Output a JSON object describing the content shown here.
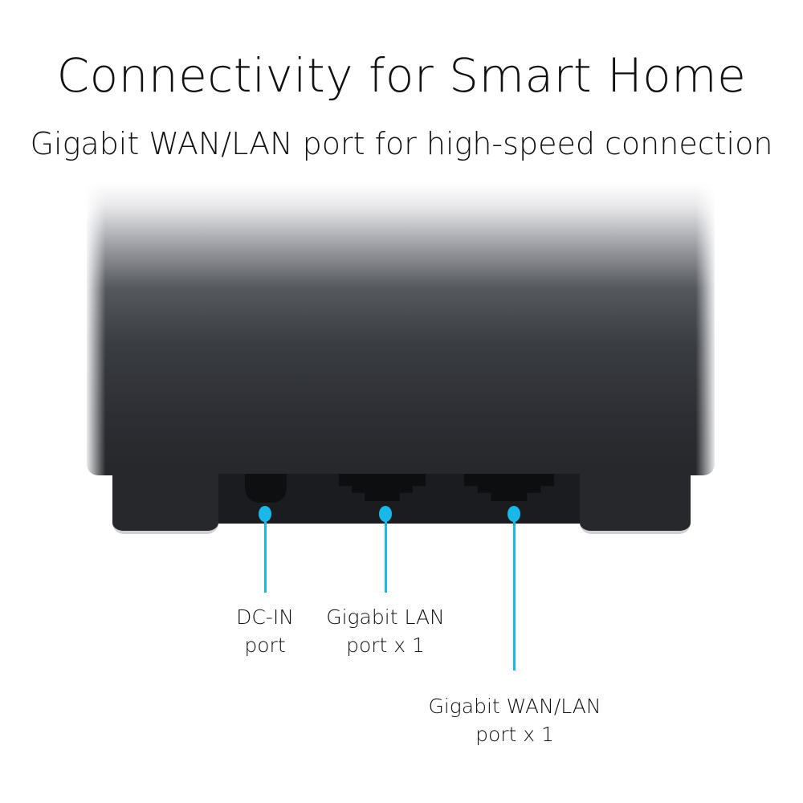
{
  "title": "Connectivity for Smart Home",
  "subtitle": "Gigabit WAN/LAN port for high-speed connection",
  "accent_color": "#1ab8e8",
  "callouts": [
    {
      "line1": "DC-IN",
      "line2": "port"
    },
    {
      "line1": "Gigabit LAN",
      "line2": "port x 1"
    },
    {
      "line1": "Gigabit WAN/LAN",
      "line2": "port x 1"
    }
  ]
}
